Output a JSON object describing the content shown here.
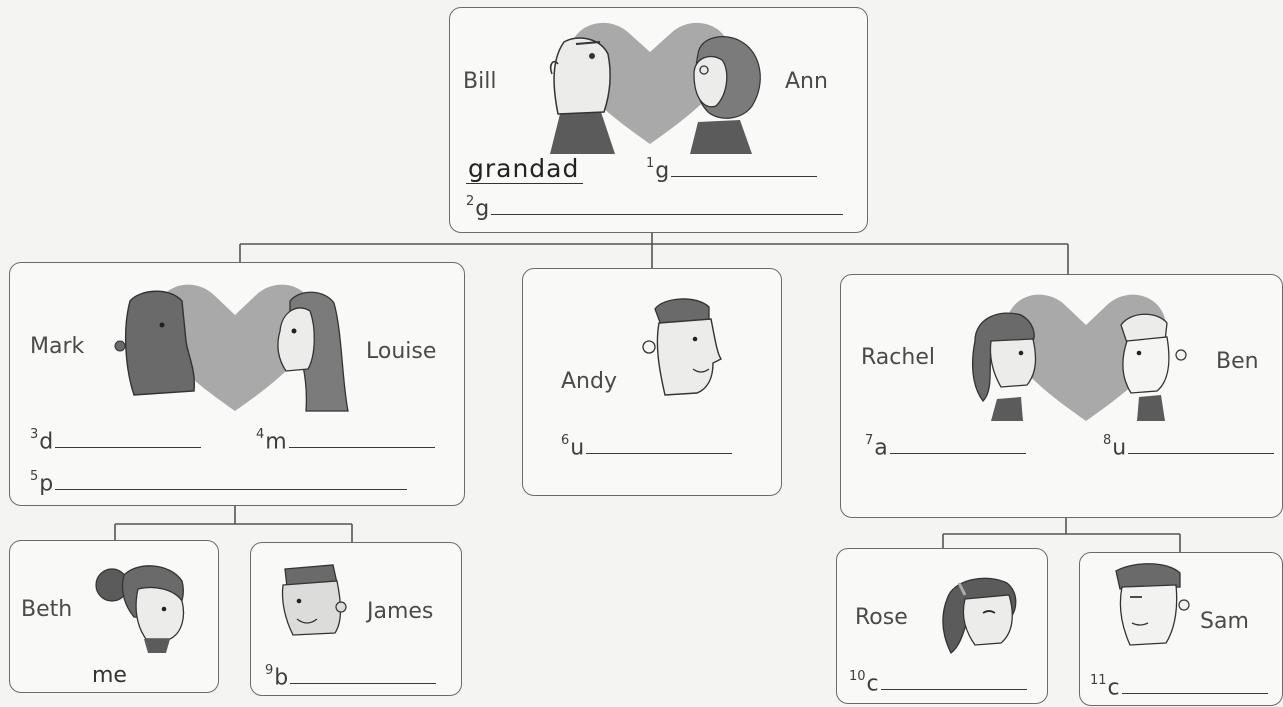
{
  "grandparents": {
    "left_name": "Bill",
    "right_name": "Ann",
    "answer": "grandad",
    "blank1": {
      "num": "1",
      "letter": "g"
    },
    "blank2": {
      "num": "2",
      "letter": "g"
    }
  },
  "mark_louise": {
    "left_name": "Mark",
    "right_name": "Louise",
    "blank3": {
      "num": "3",
      "letter": "d"
    },
    "blank4": {
      "num": "4",
      "letter": "m"
    },
    "blank5": {
      "num": "5",
      "letter": "p"
    }
  },
  "andy": {
    "name": "Andy",
    "blank6": {
      "num": "6",
      "letter": "u"
    }
  },
  "rachel_ben": {
    "left_name": "Rachel",
    "right_name": "Ben",
    "blank7": {
      "num": "7",
      "letter": "a"
    },
    "blank8": {
      "num": "8",
      "letter": "u"
    }
  },
  "beth": {
    "name": "Beth",
    "label": "me"
  },
  "james": {
    "name": "James",
    "blank9": {
      "num": "9",
      "letter": "b"
    }
  },
  "rose": {
    "name": "Rose",
    "blank10": {
      "num": "10",
      "letter": "c"
    }
  },
  "sam": {
    "name": "Sam",
    "blank11": {
      "num": "11",
      "letter": "c"
    }
  },
  "colors": {
    "heart": "#a9a9a9",
    "line": "#555555",
    "border": "#6a6a6a"
  }
}
